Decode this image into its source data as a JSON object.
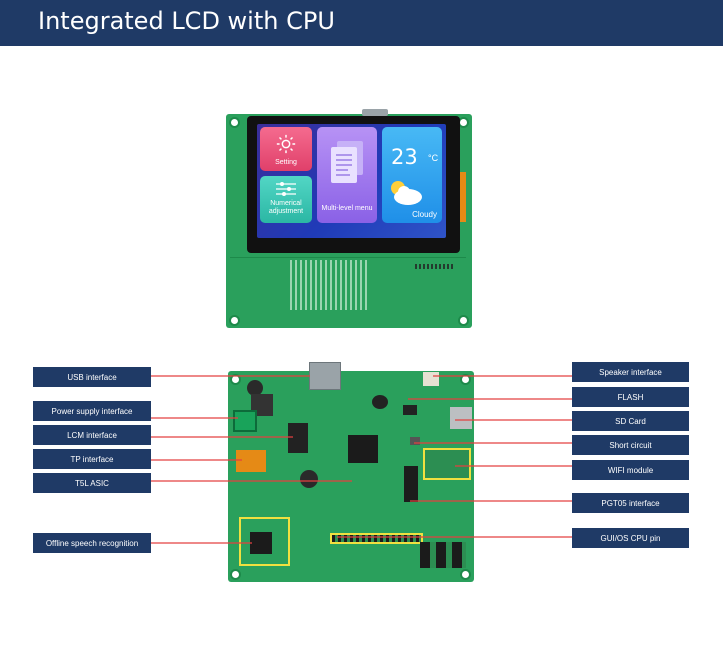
{
  "header": {
    "title": "Integrated LCD with CPU"
  },
  "screen": {
    "tiles": {
      "setting": "Setting",
      "numerical": "Numerical\nadjustment",
      "menu": "Multi-level menu",
      "temperature": "23",
      "unit": "°C",
      "weather": "Cloudy"
    }
  },
  "labels": {
    "left": [
      "USB interface",
      "Power supply interface",
      "LCM interface",
      "TP interface",
      "T5L ASIC",
      "Offline speech recognition"
    ],
    "right": [
      "Speaker interface",
      "FLASH",
      "SD Card",
      "Short circuit",
      "WIFI module",
      "PGT05 interface",
      "GUI/OS CPU pin"
    ]
  },
  "icons": [
    "gear-icon",
    "slider-icon",
    "document-icon",
    "sun-cloud-icon"
  ],
  "colors": {
    "header": "#1f3a66",
    "pcb": "#2aa05c",
    "leader_line": "#e34040"
  }
}
